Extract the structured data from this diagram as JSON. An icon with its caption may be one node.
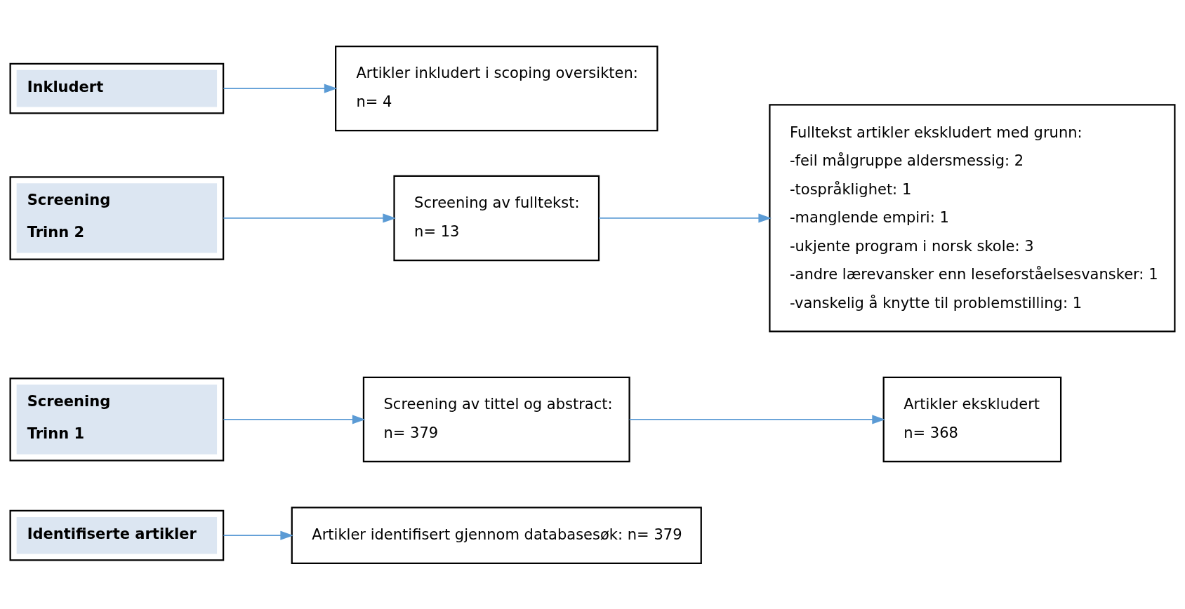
{
  "diagram": {
    "nodes": [
      {
        "text": [
          "Identifiserte artikler"
        ]
      },
      {
        "text": [
          "Artikler identifisert gjennom databasesøk: n= 379"
        ]
      },
      {
        "text": [
          "Screening",
          "Trinn 1"
        ]
      },
      {
        "text": [
          "Screening av tittel og abstract:",
          "n= 379"
        ]
      },
      {
        "text": [
          "Artikler ekskludert",
          "n= 368"
        ]
      },
      {
        "text": [
          "Screening",
          "Trinn 2"
        ]
      },
      {
        "text": [
          "Screening av fulltekst:",
          "n= 13"
        ]
      },
      {
        "text": [
          "Fulltekst artikler ekskludert med grunn:",
          "-feil målgruppe aldersmessig: 2",
          "-tospråklighet: 1",
          "-manglende empiri: 1",
          "-ukjente program i norsk skole: 3",
          "-andre lærevansker enn leseforståelsesvansker: 1",
          "-vanskelig å knytte til problemstilling: 1"
        ]
      },
      {
        "text": [
          "Inkludert"
        ]
      },
      {
        "text": [
          "Artikler inkludert i scoping oversikten:",
          "n= 4"
        ]
      }
    ],
    "edges": [
      {
        "from": 0,
        "to": 1,
        "arrow": "to"
      },
      {
        "from": 2,
        "to": 3,
        "arrow": "to"
      },
      {
        "from": 3,
        "to": 4,
        "arrow": "to"
      },
      {
        "from": 5,
        "to": 6,
        "arrow": "to"
      },
      {
        "from": 6,
        "to": 7,
        "arrow": "to"
      },
      {
        "from": 8,
        "to": 9,
        "arrow": "to"
      }
    ]
  }
}
